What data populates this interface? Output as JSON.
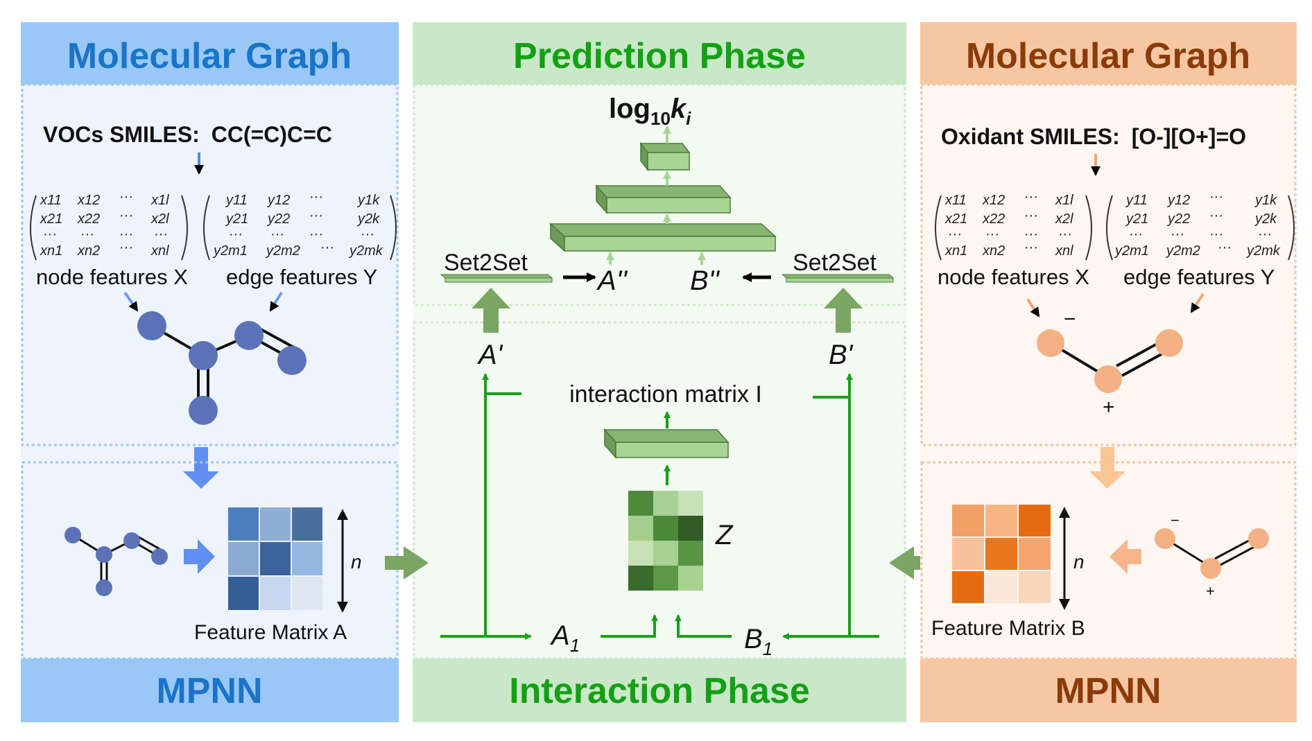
{
  "left_panel": {
    "header": "Molecular Graph",
    "smiles_label": "VOCs SMILES:",
    "smiles_value": "CC(=C)C=C",
    "node_features_label": "node features X",
    "edge_features_label": "edge features Y",
    "feature_matrix_label": "Feature Matrix A",
    "dim_label": "n",
    "footer": "MPNN",
    "node_matrix": [
      [
        "x11",
        "x12",
        "···",
        "x1l"
      ],
      [
        "x21",
        "x22",
        "···",
        "x2l"
      ],
      [
        "···",
        "···",
        "···",
        "···"
      ],
      [
        "xn1",
        "xn2",
        "···",
        "xnl"
      ]
    ],
    "edge_matrix": [
      [
        "y11",
        "y12",
        "···",
        "y1k"
      ],
      [
        "y21",
        "y22",
        "···",
        "y2k"
      ],
      [
        "···",
        "···",
        "···",
        "···"
      ],
      [
        "y2m1",
        "y2m2",
        "···",
        "y2mk"
      ]
    ],
    "heatmap_colors": [
      [
        "#4d7fbf",
        "#8eaed5",
        "#4a6f9c"
      ],
      [
        "#8aaad2",
        "#3c639c",
        "#94b6e0"
      ],
      [
        "#345f96",
        "#c5d8f0",
        "#dde6f1"
      ]
    ]
  },
  "center_panel": {
    "header_top": "Prediction Phase",
    "output_label": "log10ki",
    "output_base": "log",
    "output_sub": "10",
    "output_var": "k",
    "output_var_sub": "i",
    "set2set_left": "Set2Set",
    "set2set_right": "Set2Set",
    "a_double_prime": "A''",
    "b_double_prime": "B''",
    "a_prime": "A'",
    "b_prime": "B'",
    "interaction_matrix_label": "interaction matrix I",
    "z_label": "Z",
    "a1_base": "A",
    "a1_sub": "1",
    "b1_base": "B",
    "b1_sub": "1",
    "footer": "Interaction Phase",
    "z_colors": [
      [
        "#4e8a3c",
        "#a9d196",
        "#c8e2b8"
      ],
      [
        "#a4cd8e",
        "#4b8a38",
        "#2f5c24"
      ],
      [
        "#c6e1b4",
        "#a8d092",
        "#589445"
      ],
      [
        "#3a6a2c",
        "#5a9a46",
        "#a9d193"
      ]
    ]
  },
  "right_panel": {
    "header": "Molecular Graph",
    "smiles_label": "Oxidant SMILES:",
    "smiles_value": "[O-][O+]=O",
    "node_features_label": "node features X",
    "edge_features_label": "edge features Y",
    "feature_matrix_label": "Feature Matrix B",
    "dim_label": "n",
    "minus": "−",
    "plus": "+",
    "footer": "MPNN",
    "node_matrix": [
      [
        "x11",
        "x12",
        "···",
        "x1l"
      ],
      [
        "x21",
        "x22",
        "···",
        "x2l"
      ],
      [
        "···",
        "···",
        "···",
        "···"
      ],
      [
        "xn1",
        "xn2",
        "···",
        "xnl"
      ]
    ],
    "edge_matrix": [
      [
        "y11",
        "y12",
        "···",
        "y1k"
      ],
      [
        "y21",
        "y22",
        "···",
        "y2k"
      ],
      [
        "···",
        "···",
        "···",
        "···"
      ],
      [
        "y2m1",
        "y2m2",
        "···",
        "y2mk"
      ]
    ],
    "heatmap_colors": [
      [
        "#f2a066",
        "#f5b585",
        "#e56b12"
      ],
      [
        "#f7c29b",
        "#e8761d",
        "#f3a66e"
      ],
      [
        "#e56b12",
        "#fce8da",
        "#f9d5b9"
      ]
    ]
  },
  "colors": {
    "left_header_bg": "#99c8f7",
    "left_header_text": "#1a74c8",
    "center_header_bg": "#c8e8c8",
    "center_header_text": "#14a014",
    "right_header_bg": "#f7c7a3",
    "right_header_text": "#8a3b0a",
    "blue_node": "#5b73b6",
    "orange_node": "#f3b183",
    "green_arrow": "#18a018",
    "block_green": "#a8d596"
  }
}
